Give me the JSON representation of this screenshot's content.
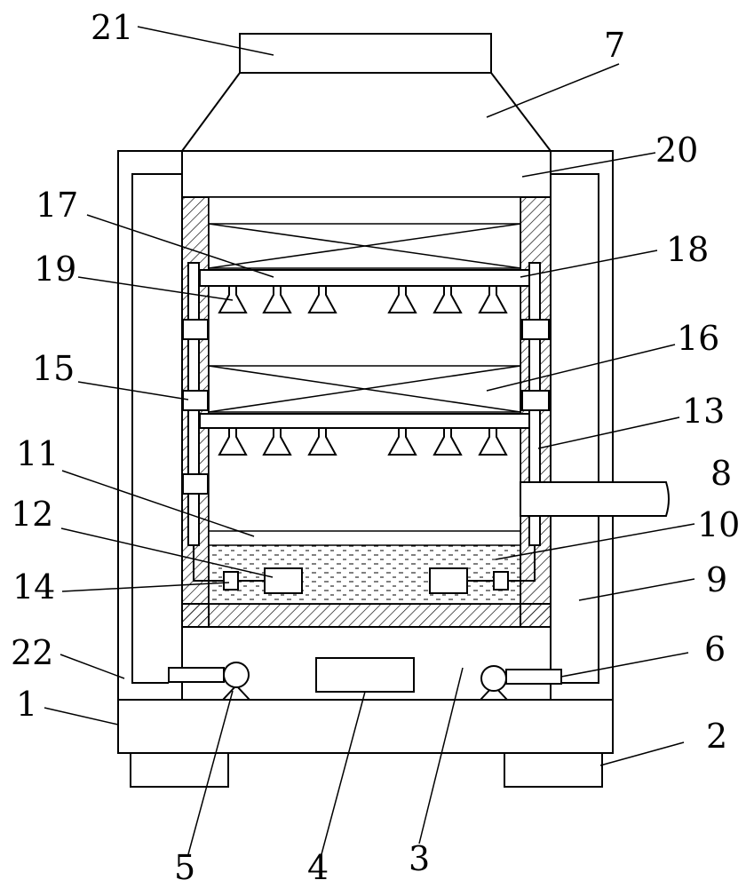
{
  "figure": {
    "labels": {
      "n1": "1",
      "n2": "2",
      "n3": "3",
      "n4": "4",
      "n5": "5",
      "n6": "6",
      "n7": "7",
      "n8": "8",
      "n9": "9",
      "n10": "10",
      "n11": "11",
      "n12": "12",
      "n13": "13",
      "n14": "14",
      "n15": "15",
      "n16": "16",
      "n17": "17",
      "n18": "18",
      "n19": "19",
      "n20": "20",
      "n21": "21",
      "n22": "22"
    }
  }
}
